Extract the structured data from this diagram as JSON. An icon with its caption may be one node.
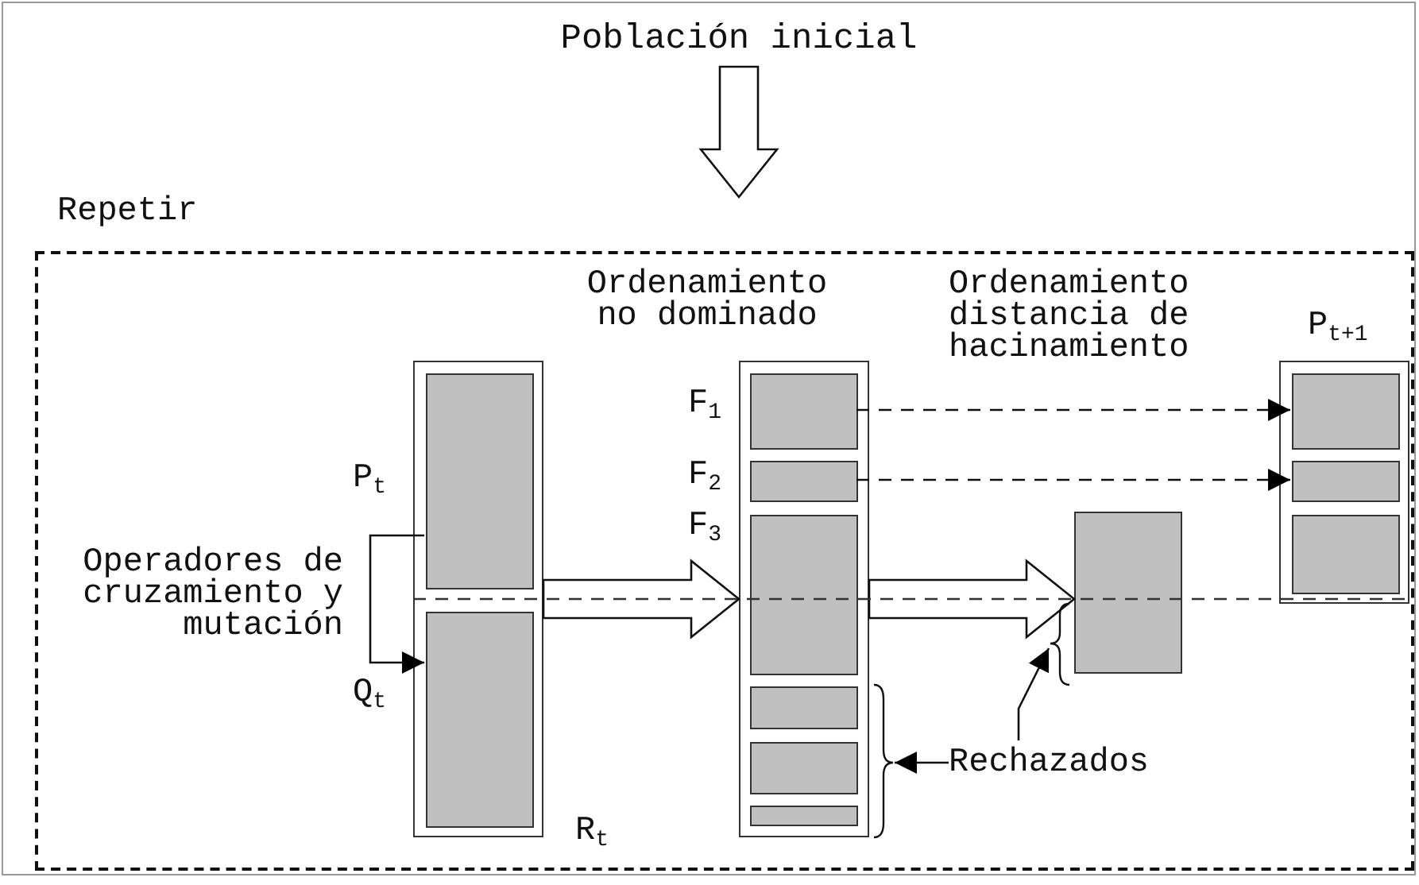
{
  "diagram": {
    "nodes": [
      {
        "text": [
          "Población inicial"
        ]
      },
      {
        "text": [
          "Repetir"
        ]
      },
      {
        "text": [],
        "shape": "box",
        "in": 1,
        "beside": [
          "R$_{t}$"
        ]
      },
      {
        "text": [],
        "shape": "box",
        "in": 2,
        "beside": [
          "P$_{t}$"
        ]
      },
      {
        "text": [],
        "shape": "box",
        "in": 2,
        "beside": [
          "Q$_{t}$"
        ]
      },
      {
        "text": [],
        "shape": "box",
        "in": 1
      },
      {
        "text": [],
        "shape": "box",
        "in": 5,
        "beside": [
          "F$_{1}$"
        ]
      },
      {
        "text": [],
        "shape": "box",
        "in": 5,
        "beside": [
          "F$_{2}$"
        ]
      },
      {
        "text": [],
        "shape": "box",
        "in": 5,
        "beside": [
          "F$_{3}$"
        ]
      },
      {
        "text": [],
        "shape": "box",
        "in": 5
      },
      {
        "text": [],
        "shape": "box",
        "in": 5
      },
      {
        "text": [],
        "shape": "box",
        "in": 5
      },
      {
        "text": [],
        "shape": "box",
        "in": 1
      },
      {
        "text": [],
        "shape": "box",
        "in": 1,
        "beside": [
          "P$_{t+1}$"
        ]
      },
      {
        "text": [],
        "shape": "box",
        "in": 13
      },
      {
        "text": [],
        "shape": "box",
        "in": 13
      },
      {
        "text": [],
        "shape": "box",
        "in": 13
      },
      {
        "text": [
          "Rechazados"
        ],
        "in": 1
      }
    ],
    "edges": [
      {
        "from": 0,
        "to": 1,
        "arrow": "to",
        "style": "thick"
      },
      {
        "from": 2,
        "to": 5,
        "arrow": "to",
        "style": "thick"
      },
      {
        "from": 5,
        "to": 12,
        "arrow": "to",
        "style": "thick"
      },
      {
        "from": 3,
        "to": 4,
        "arrow": "to"
      },
      {
        "from": 6,
        "to": 14,
        "arrow": "to",
        "style": "dashed"
      },
      {
        "from": 7,
        "to": 15,
        "arrow": "to",
        "style": "dashed"
      },
      {
        "from": 17,
        "to": 5,
        "arrow": "to"
      },
      {
        "from": 17,
        "to": 12,
        "arrow": "to"
      }
    ],
    "labels": [
      "Ordenamiento no dominado",
      "Ordenamiento distancia de hacinamiento",
      "Operadores de cruzamiento y mutación"
    ]
  }
}
